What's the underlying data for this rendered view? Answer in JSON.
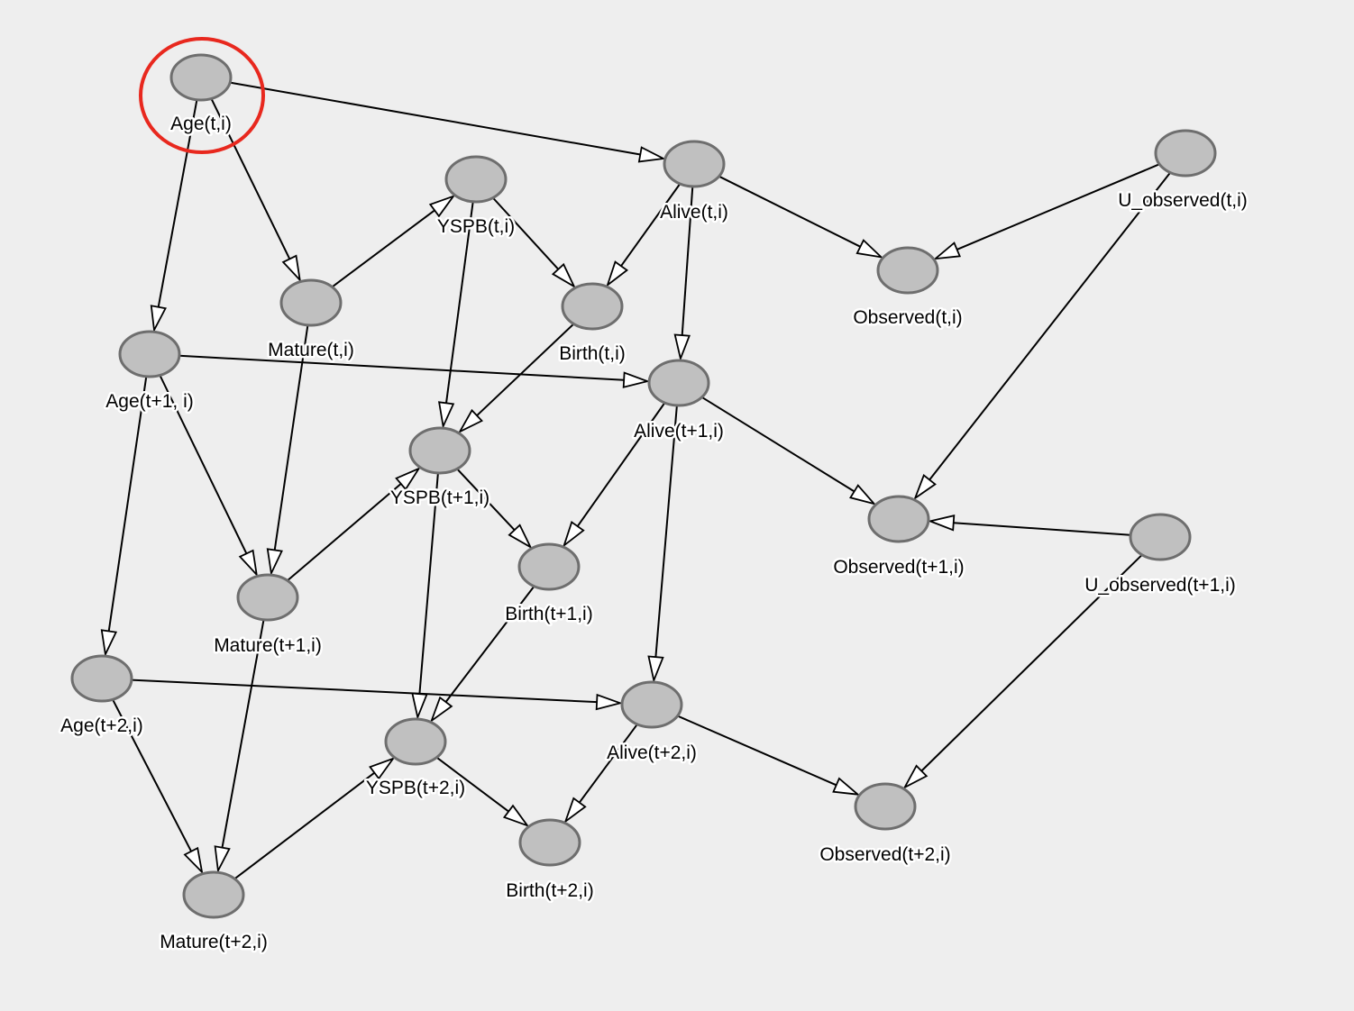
{
  "nodes": [
    {
      "id": "age_t",
      "label": "Age(t,i)"
    },
    {
      "id": "alive_t",
      "label": "Alive(t,i)"
    },
    {
      "id": "yspb_t",
      "label": "YSPB(t,i)"
    },
    {
      "id": "mature_t",
      "label": "Mature(t,i)"
    },
    {
      "id": "birth_t",
      "label": "Birth(t,i)"
    },
    {
      "id": "obs_t",
      "label": "Observed(t,i)"
    },
    {
      "id": "uobs_t",
      "label": "U_observed(t,i)"
    },
    {
      "id": "age_t1",
      "label": "Age(t+1, i)"
    },
    {
      "id": "alive_t1",
      "label": "Alive(t+1,i)"
    },
    {
      "id": "yspb_t1",
      "label": "YSPB(t+1,i)"
    },
    {
      "id": "mature_t1",
      "label": "Mature(t+1,i)"
    },
    {
      "id": "birth_t1",
      "label": "Birth(t+1,i)"
    },
    {
      "id": "obs_t1",
      "label": "Observed(t+1,i)"
    },
    {
      "id": "uobs_t1",
      "label": "U_observed(t+1,i)"
    },
    {
      "id": "age_t2",
      "label": "Age(t+2,i)"
    },
    {
      "id": "alive_t2",
      "label": "Alive(t+2,i)"
    },
    {
      "id": "yspb_t2",
      "label": "YSPB(t+2,i)"
    },
    {
      "id": "mature_t2",
      "label": "Mature(t+2,i)"
    },
    {
      "id": "birth_t2",
      "label": "Birth(t+2,i)"
    },
    {
      "id": "obs_t2",
      "label": "Observed(t+2,i)"
    }
  ],
  "edges": [
    {
      "from": "age_t",
      "to": "alive_t"
    },
    {
      "from": "age_t",
      "to": "age_t1"
    },
    {
      "from": "age_t",
      "to": "mature_t"
    },
    {
      "from": "mature_t",
      "to": "yspb_t"
    },
    {
      "from": "mature_t",
      "to": "mature_t1"
    },
    {
      "from": "yspb_t",
      "to": "birth_t"
    },
    {
      "from": "yspb_t",
      "to": "yspb_t1"
    },
    {
      "from": "alive_t",
      "to": "birth_t"
    },
    {
      "from": "alive_t",
      "to": "alive_t1"
    },
    {
      "from": "alive_t",
      "to": "obs_t"
    },
    {
      "from": "uobs_t",
      "to": "obs_t"
    },
    {
      "from": "uobs_t",
      "to": "obs_t1"
    },
    {
      "from": "birth_t",
      "to": "yspb_t1"
    },
    {
      "from": "age_t1",
      "to": "alive_t1"
    },
    {
      "from": "age_t1",
      "to": "mature_t1"
    },
    {
      "from": "age_t1",
      "to": "age_t2"
    },
    {
      "from": "mature_t1",
      "to": "yspb_t1"
    },
    {
      "from": "mature_t1",
      "to": "mature_t2"
    },
    {
      "from": "yspb_t1",
      "to": "birth_t1"
    },
    {
      "from": "yspb_t1",
      "to": "yspb_t2"
    },
    {
      "from": "alive_t1",
      "to": "birth_t1"
    },
    {
      "from": "alive_t1",
      "to": "obs_t1"
    },
    {
      "from": "alive_t1",
      "to": "alive_t2"
    },
    {
      "from": "uobs_t1",
      "to": "obs_t1"
    },
    {
      "from": "uobs_t1",
      "to": "obs_t2"
    },
    {
      "from": "birth_t1",
      "to": "yspb_t2"
    },
    {
      "from": "age_t2",
      "to": "alive_t2"
    },
    {
      "from": "age_t2",
      "to": "mature_t2"
    },
    {
      "from": "mature_t2",
      "to": "yspb_t2"
    },
    {
      "from": "yspb_t2",
      "to": "birth_t2"
    },
    {
      "from": "alive_t2",
      "to": "birth_t2"
    },
    {
      "from": "alive_t2",
      "to": "obs_t2"
    }
  ],
  "selected_node": "age_t",
  "colors": {
    "background": "#eeeeee",
    "node_fill": "#c0c0c0",
    "node_stroke": "#6e6e6e",
    "edge": "#000000",
    "arrowhead_fill": "#ffffff",
    "selection_ring": "#e8281e"
  }
}
